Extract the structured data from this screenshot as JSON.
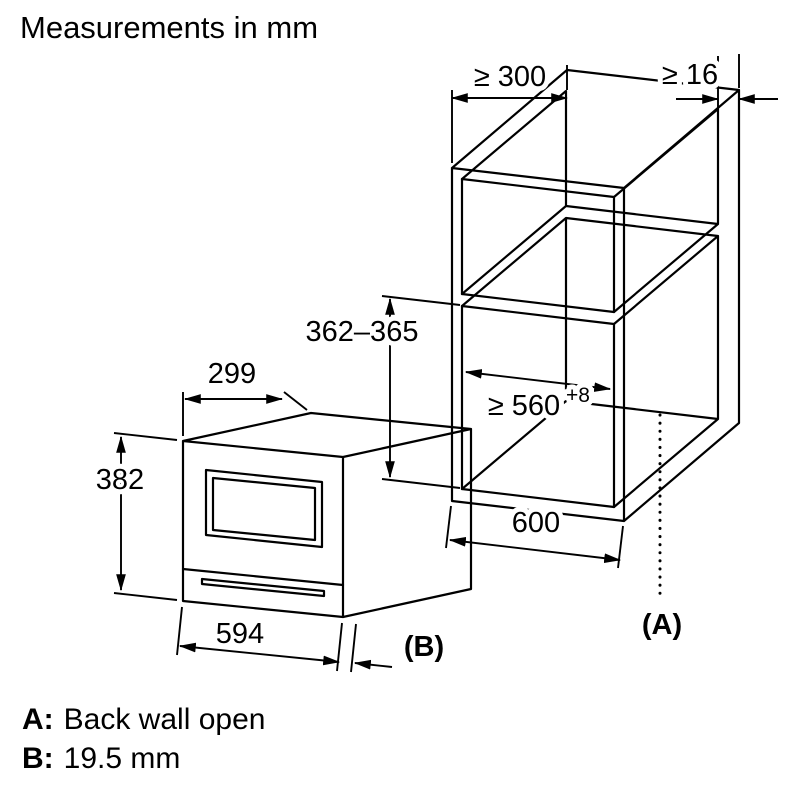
{
  "title": "Measurements in mm",
  "colors": {
    "ink": "#000000",
    "background": "#ffffff"
  },
  "cabinet": {
    "depth_min": "≥ 300",
    "side_clearance_min": "≥ 16",
    "niche_height": "362–365",
    "niche_width_min": "≥ 560",
    "niche_width_sup": "+8",
    "width": "600",
    "back_label": "(A)"
  },
  "oven": {
    "depth": "299",
    "height": "382",
    "width": "594",
    "gap_label": "(B)"
  },
  "legend": {
    "a_key": "A:",
    "a_value": "Back wall open",
    "b_key": "B:",
    "b_value": "19.5 mm"
  }
}
